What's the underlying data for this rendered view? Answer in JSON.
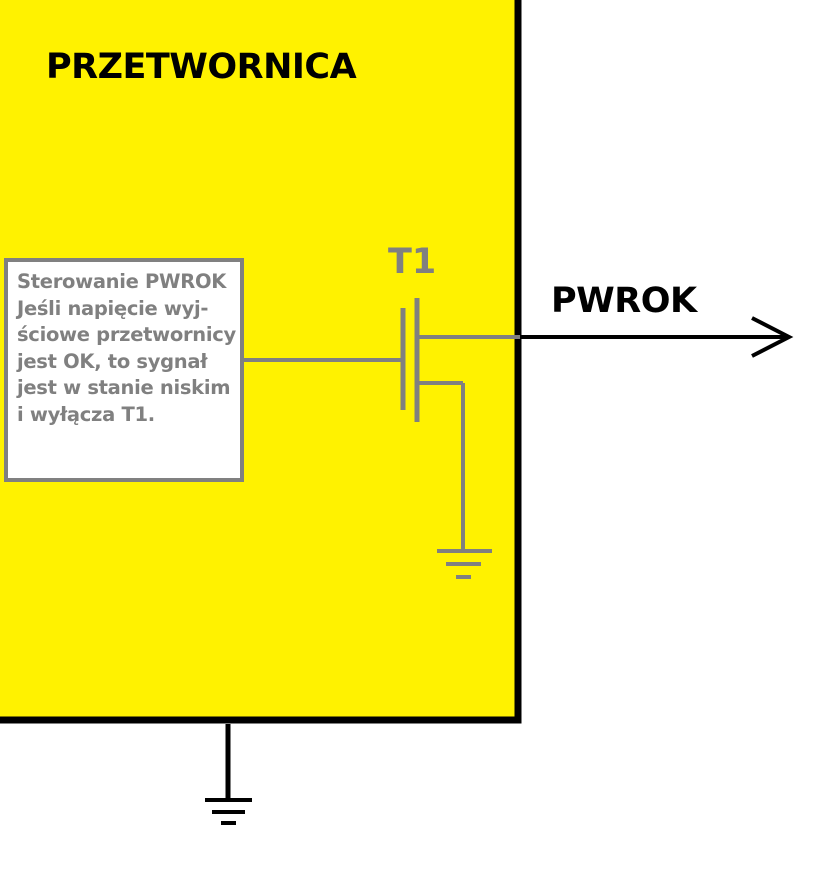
{
  "diagram": {
    "block_title": "PRZETWORNICA",
    "transistor_label": "T1",
    "output_label": "PWROK",
    "control_box": {
      "lines": [
        "Sterowanie PWROK",
        "Jeśli napięcie wyj-",
        "ściowe przetwornicy",
        "jest OK, to sygnał",
        "jest w stanie niskim",
        "i wyłącza T1."
      ]
    },
    "colors": {
      "block_fill": "#FFF200",
      "block_border": "#000000",
      "circuit_gray": "#808080",
      "signal_black": "#000000",
      "background": "#FFFFFF"
    },
    "icons": {
      "transistor": "mosfet-n-channel-icon",
      "ground": "ground-symbol-icon",
      "arrow": "arrow-right-icon"
    }
  }
}
